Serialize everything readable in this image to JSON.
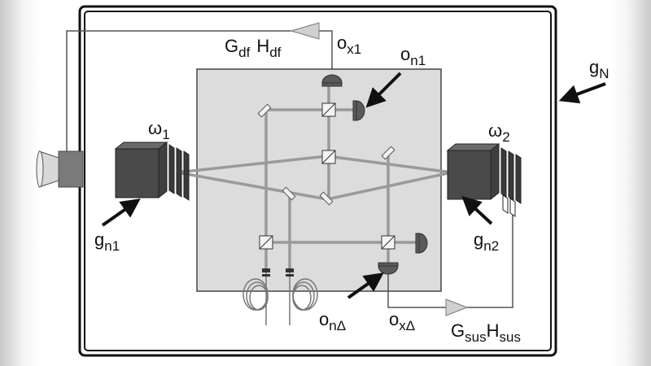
{
  "labels": {
    "feedback_gain": {
      "g": "G",
      "g_sub": "df",
      "h": "H",
      "h_sub": "df"
    },
    "ox1": {
      "main": "o",
      "sub": "x1"
    },
    "on1": {
      "main": "o",
      "sub": "n1"
    },
    "gN": {
      "main": "g",
      "sub": "N"
    },
    "omega1": {
      "main": "ω",
      "sub": "1"
    },
    "omega2": {
      "main": "ω",
      "sub": "2"
    },
    "gn1": {
      "main": "g",
      "sub": "n1"
    },
    "gn2": {
      "main": "g",
      "sub": "n2"
    },
    "onDelta": {
      "main": "o",
      "sub": "nΔ"
    },
    "oxDelta": {
      "main": "o",
      "sub": "xΔ"
    },
    "suspension_gain": {
      "g": "G",
      "g_sub": "sus",
      "h": "H",
      "h_sub": "sus"
    }
  },
  "colors": {
    "line": "#111111",
    "beam": "#9a9a9a",
    "inner_panel": "#dcdcdc",
    "dark_block": "#4a4a4a",
    "detector": "#5a5a5a",
    "amplifier": "#d0d0d0"
  }
}
